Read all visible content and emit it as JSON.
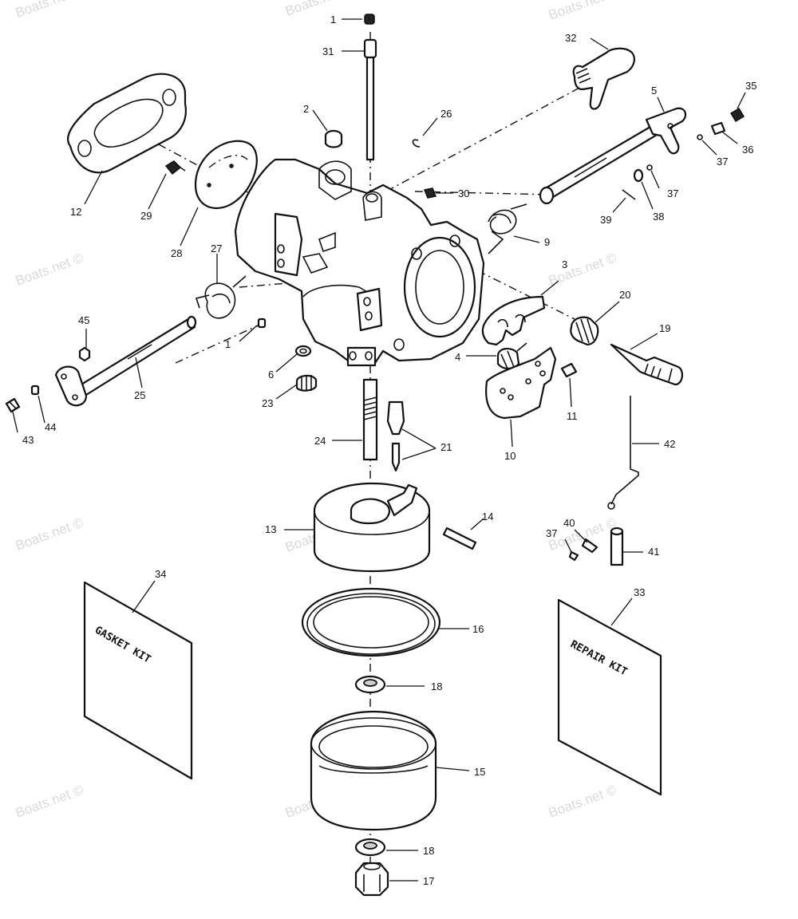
{
  "watermark": "Boats.net ©",
  "kits": {
    "gasket_kit": "GASKET KIT",
    "repair_kit": "REPAIR KIT"
  },
  "callouts": [
    "1",
    "31",
    "32",
    "2",
    "26",
    "5",
    "35",
    "36",
    "37",
    "12",
    "29",
    "30",
    "37",
    "38",
    "39",
    "28",
    "9",
    "27",
    "3",
    "20",
    "19",
    "45",
    "1",
    "4",
    "11",
    "6",
    "23",
    "25",
    "43",
    "44",
    "24",
    "21",
    "10",
    "42",
    "13",
    "14",
    "40",
    "37",
    "41",
    "34",
    "33",
    "16",
    "18",
    "15",
    "18",
    "17"
  ]
}
